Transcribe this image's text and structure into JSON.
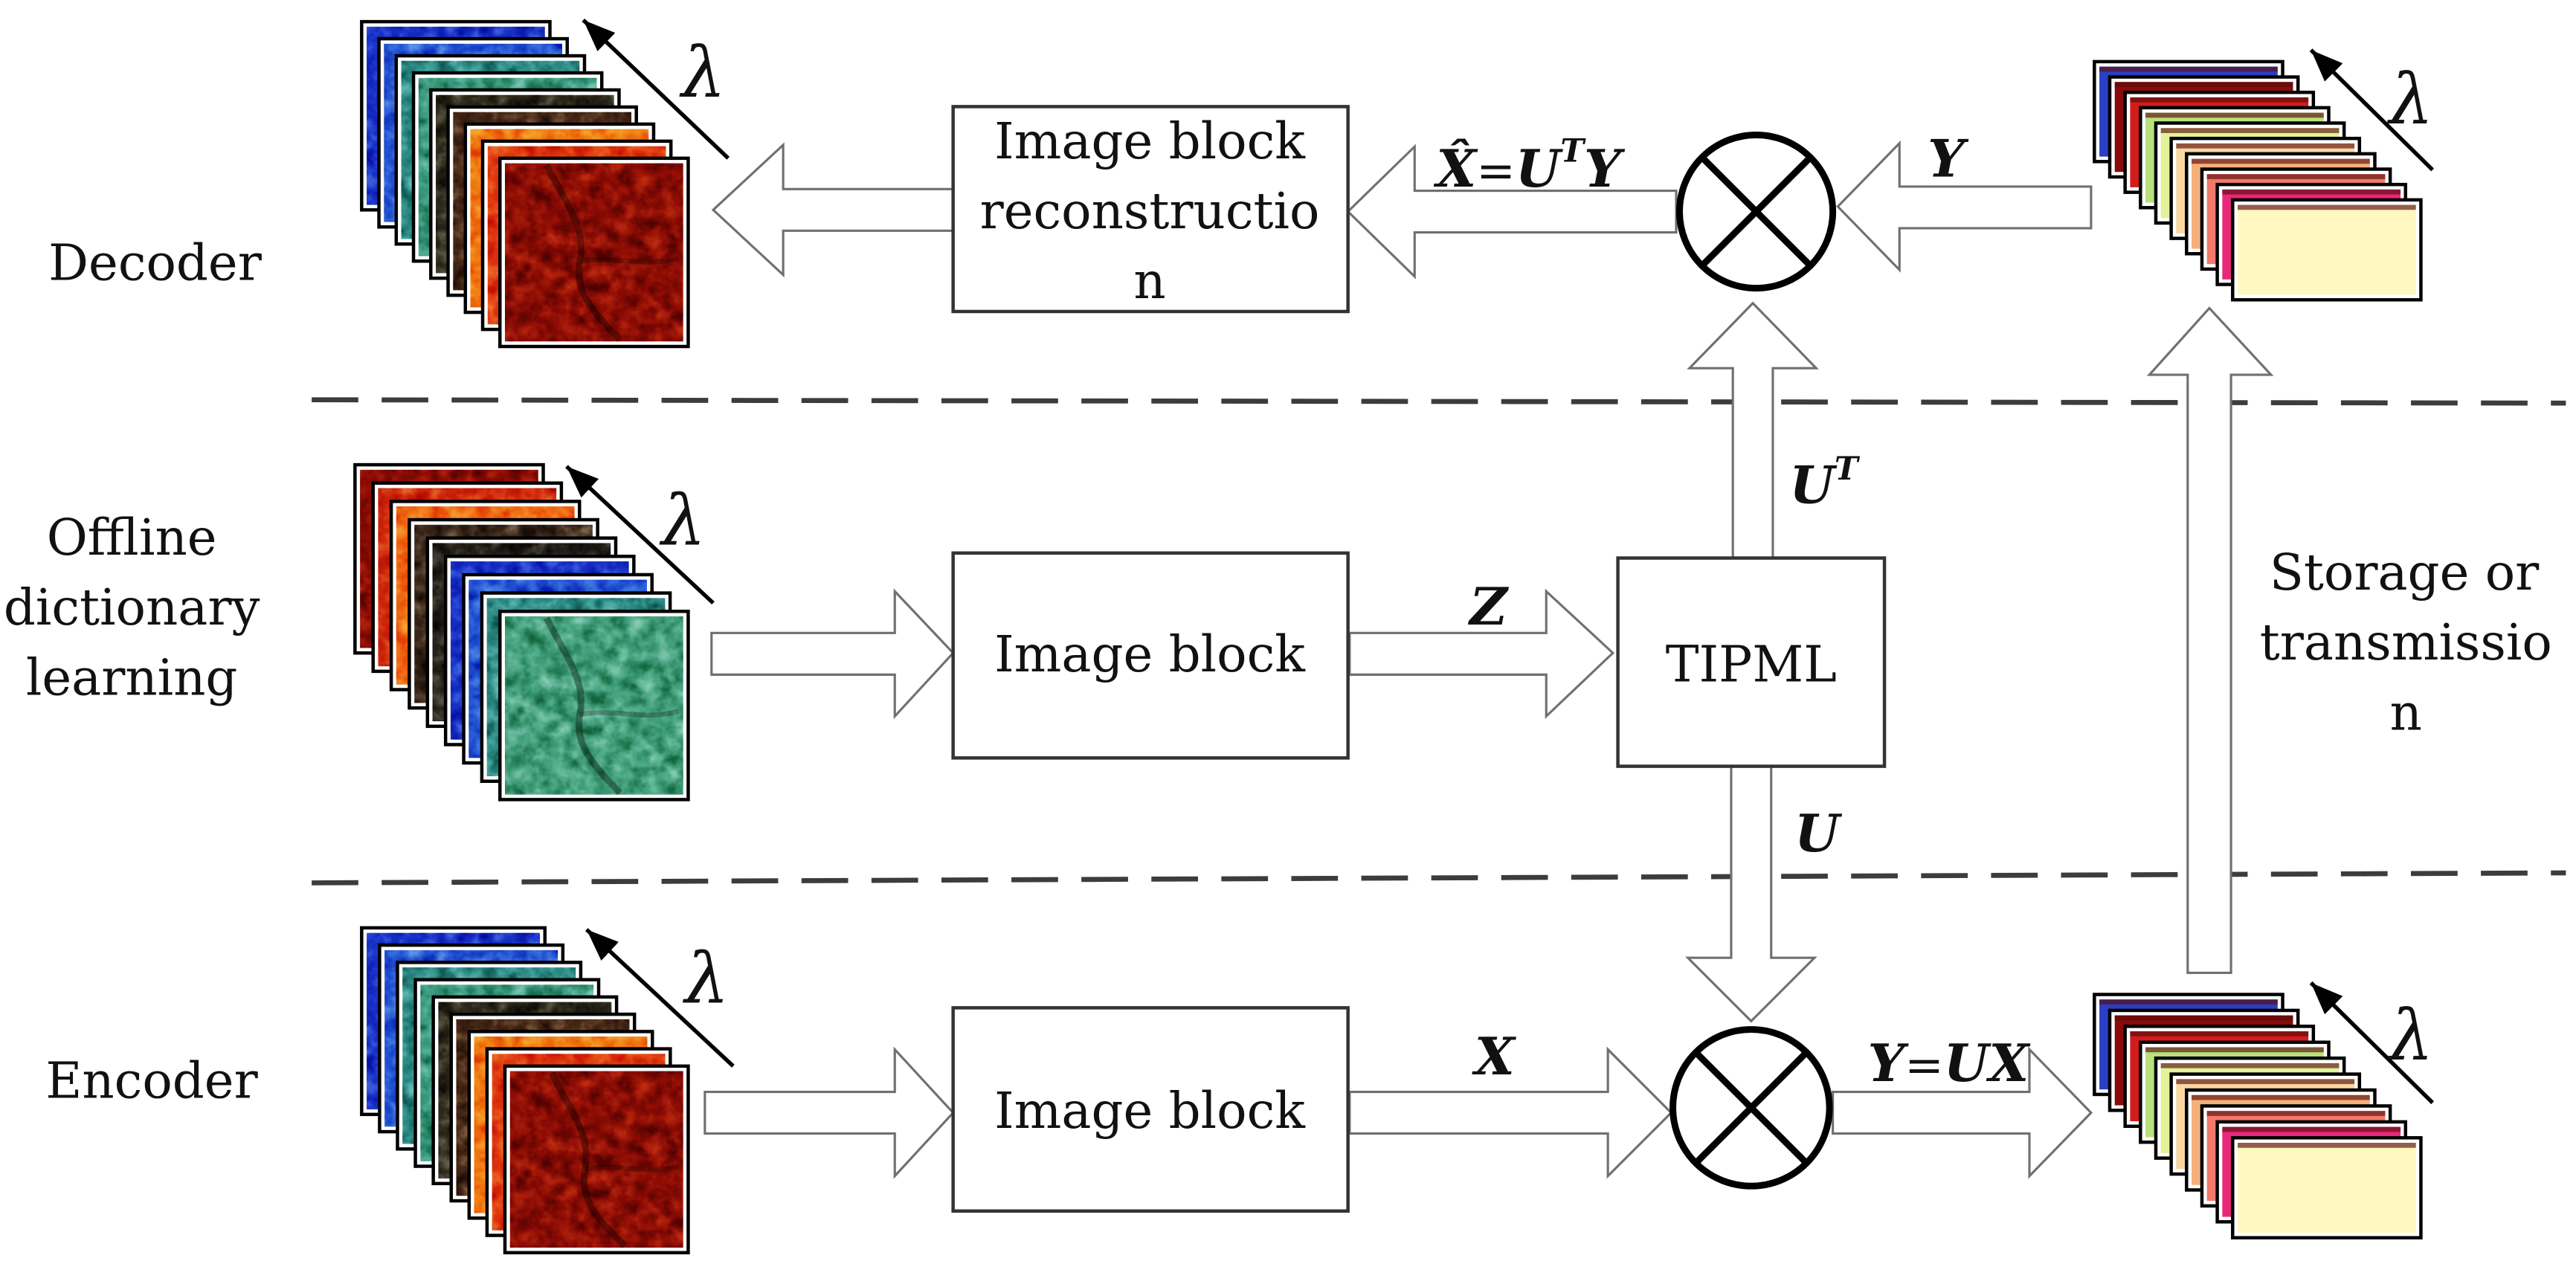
{
  "rows": {
    "decoder": "Decoder",
    "offline": [
      "Offline",
      "dictionary",
      "learning"
    ],
    "encoder": "Encoder"
  },
  "boxes": {
    "reconstruction": [
      "Image block",
      "reconstructio",
      "n"
    ],
    "offline_block": "Image block",
    "tipml": "TIPML",
    "encoder_block": "Image block"
  },
  "channel_label": [
    "Storage or",
    "transmissio",
    "n"
  ],
  "math": {
    "reconstruction": {
      "lhs": "X̂",
      "eq": "=",
      "matrix": "U",
      "sup": "T",
      "rhs": "Y"
    },
    "received": "Y",
    "transpose": {
      "matrix": "U",
      "sup": "T"
    },
    "training": "Z",
    "dictionary": "U",
    "input": "X",
    "projection": {
      "lhs": "Y",
      "eq": "=",
      "matrix": "U",
      "rhs": "X"
    }
  },
  "stacks": [
    {
      "wavelength_label": "λ",
      "layers": [
        "#1a33c9",
        "#2456d4",
        "#2c8c86",
        "#3a9a7e",
        "#2e2a1c",
        "#4a2a18",
        "#f07a10",
        "#e0380e",
        "#8c0c04"
      ]
    },
    {
      "wavelength_label": "λ",
      "layers": [
        "#8c0c04",
        "#d0280c",
        "#f06a12",
        "#3a2618",
        "#24201a",
        "#1a33c9",
        "#2456d4",
        "#2c8c86",
        "#42a07c"
      ]
    },
    {
      "wavelength_label": "λ",
      "layers": [
        "#1a33c9",
        "#2456d4",
        "#2c8c86",
        "#3a9a7e",
        "#2e2a1c",
        "#4a2a18",
        "#f07a10",
        "#e0380e",
        "#8c0c04"
      ]
    },
    {
      "wavelength_label": "λ",
      "layers": [
        "#2a3fc4",
        "#8a0a0a",
        "#d41c1c",
        "#b8e07c",
        "#e2f39a",
        "#f8d8a0",
        "#f5b07a",
        "#f27a6a",
        "#e8287a",
        "#fff7c0"
      ]
    },
    {
      "wavelength_label": "λ",
      "layers": [
        "#2a3fc4",
        "#8a0a0a",
        "#d41c1c",
        "#b8e07c",
        "#e2f39a",
        "#f8d8a0",
        "#f5b07a",
        "#f27a6a",
        "#e8287a",
        "#fff7c0"
      ]
    }
  ]
}
